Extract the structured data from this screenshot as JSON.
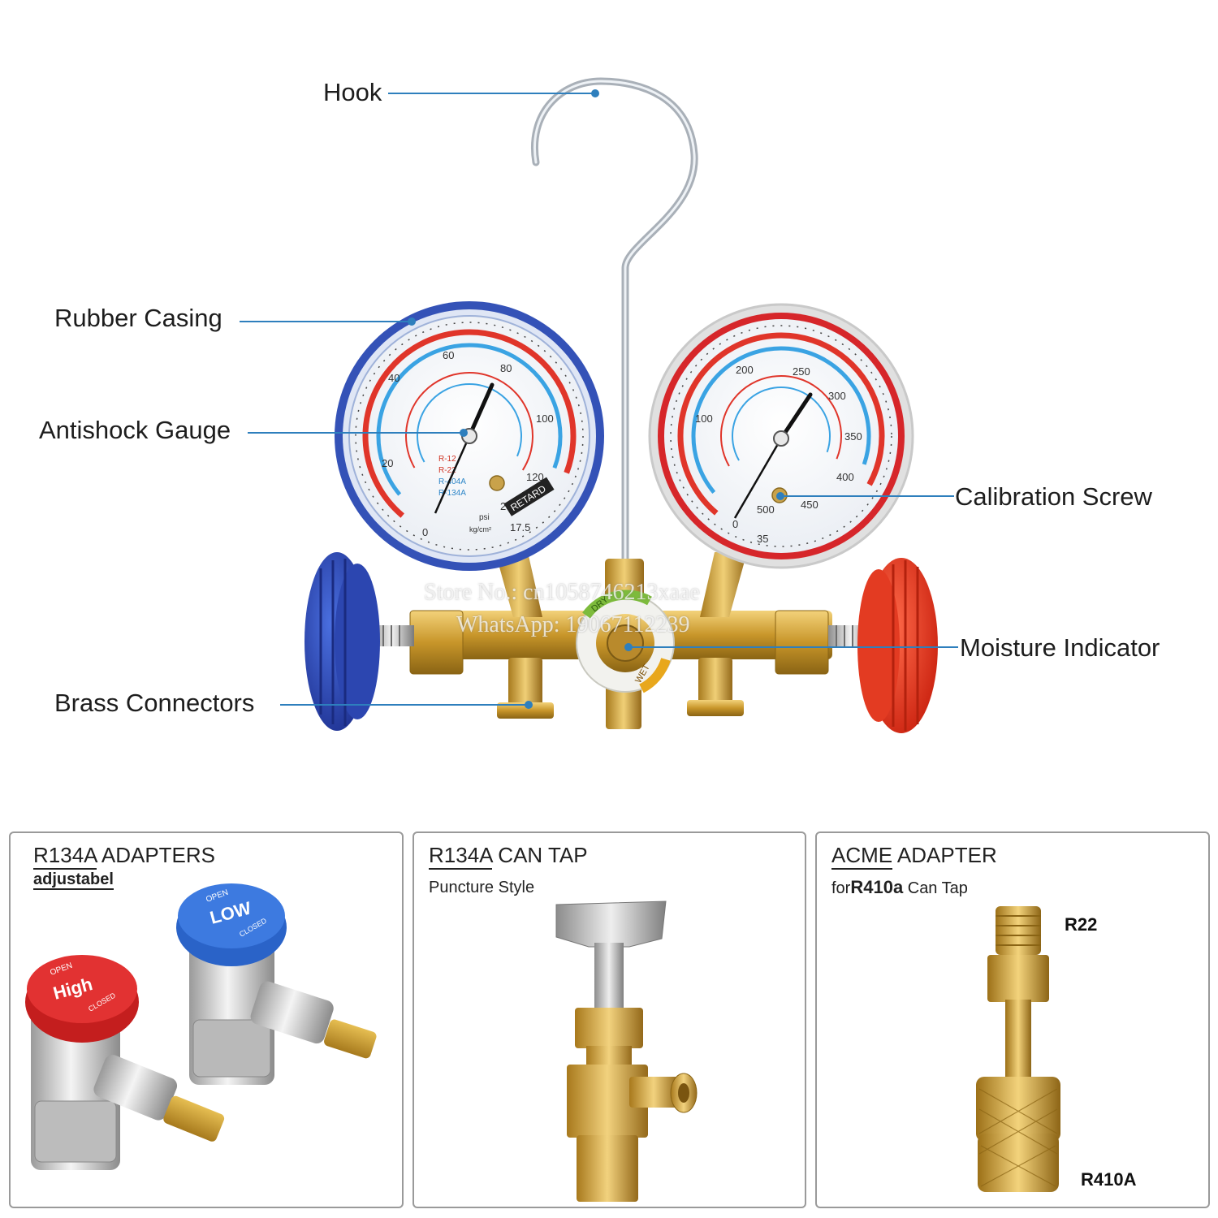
{
  "callouts": {
    "hook": "Hook",
    "rubber_casing": "Rubber Casing",
    "antishock_gauge": "Antishock Gauge",
    "brass_connectors": "Brass Connectors",
    "calibration_screw": "Calibration Screw",
    "moisture_indicator": "Moisture Indicator"
  },
  "watermark": {
    "line1": "Store No.: cn1058746213xaae",
    "line2": "WhatsApp: 19067112239"
  },
  "low_gauge": {
    "refrigerants": [
      "R-12",
      "R-22",
      "R-404A",
      "R-134A"
    ],
    "unit_psi": "psi",
    "unit_kg": "kg/cm²",
    "retard": "RETARD",
    "outer_ticks": [
      "0",
      "20",
      "40",
      "60",
      "80",
      "100",
      "120",
      "250"
    ],
    "scale_max": "17.5"
  },
  "high_gauge": {
    "outer_ticks": [
      "0",
      "100",
      "200",
      "250",
      "300",
      "350",
      "400",
      "450",
      "500"
    ],
    "scale_max": "35"
  },
  "sight_glass": {
    "dry": "DRY",
    "wet": "WET"
  },
  "colors": {
    "low_side": "#2b4fb8",
    "high_side": "#e23a24",
    "brass": "#d4a93a",
    "callout_line": "#2e7fbd"
  },
  "cards": [
    {
      "title_underlined": "R134A",
      "title_rest": " ADAPTERS",
      "subtitle": "adjustabel",
      "knob_low": {
        "open": "OPEN",
        "label": "LOW",
        "closed": "CLOSED"
      },
      "knob_high": {
        "open": "OPEN",
        "label": "High",
        "closed": "CLOSED"
      }
    },
    {
      "title_underlined": "R134A",
      "title_rest": " CAN TAP",
      "subtitle": "Puncture Style"
    },
    {
      "title_underlined": "ACME",
      "title_rest": " ADAPTER",
      "subtitle_pre": "for",
      "subtitle_bold": "R410a",
      "subtitle_post": " Can Tap",
      "label_top": "R22",
      "label_bottom": "R410A"
    }
  ]
}
